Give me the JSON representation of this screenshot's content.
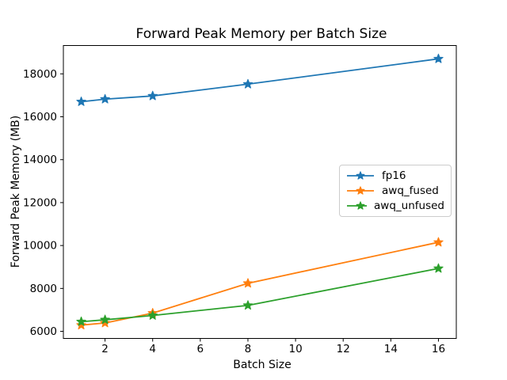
{
  "figure": {
    "background": "#ffffff",
    "axis_color": "#000000",
    "text_color": "#000000"
  },
  "chart_data": {
    "type": "line",
    "title": "Forward Peak Memory per Batch Size",
    "xlabel": "Batch Size",
    "ylabel": "Forward Peak Memory (MB)",
    "x": [
      1,
      2,
      4,
      8,
      16
    ],
    "series": [
      {
        "name": "fp16",
        "color": "#1f77b4",
        "marker": "star",
        "values": [
          16700,
          16820,
          16970,
          17520,
          18700
        ]
      },
      {
        "name": "awq_fused",
        "color": "#ff7f0e",
        "marker": "star",
        "values": [
          6290,
          6390,
          6850,
          8240,
          10150
        ]
      },
      {
        "name": "awq_unfused",
        "color": "#2ca02c",
        "marker": "star",
        "values": [
          6450,
          6540,
          6740,
          7210,
          8930
        ]
      }
    ],
    "xticks": [
      2,
      4,
      6,
      8,
      10,
      12,
      14,
      16
    ],
    "yticks": [
      6000,
      8000,
      10000,
      12000,
      14000,
      16000,
      18000
    ],
    "xlim": [
      0.25,
      16.75
    ],
    "ylim": [
      5670,
      19320
    ],
    "grid": false,
    "legend": {
      "visible": true,
      "location": "center right"
    }
  }
}
